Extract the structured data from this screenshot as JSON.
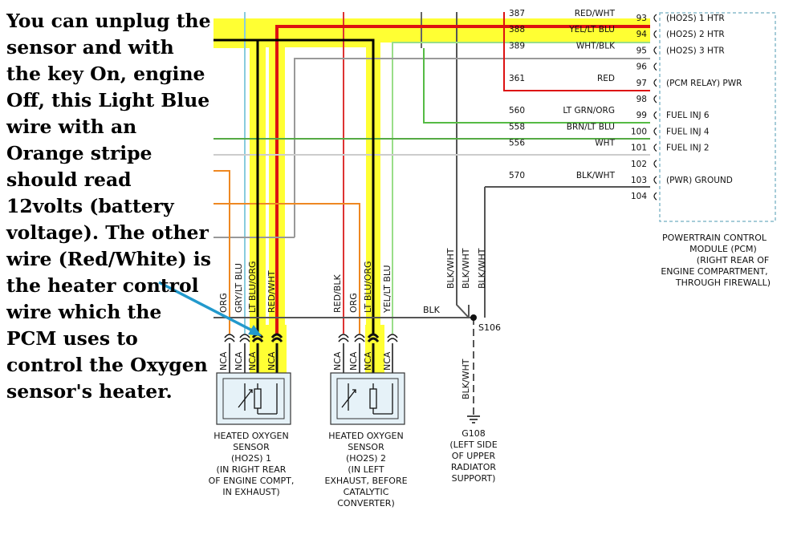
{
  "annotation": {
    "text": "You can unplug the sensor and with the key On, engine Off, this Light Blue wire with an Orange stripe should read 12volts (battery voltage). The other wire (Red/White) is the heater control wire which the PCM uses to control the Oxygen sensor's heater."
  },
  "colors": {
    "highlight": "#ffff33",
    "red": "#dd1111",
    "red_wht": "#dd1111",
    "orange": "#ee8822",
    "lt_blue": "#88ccdd",
    "green": "#55bb44",
    "gray": "#888888",
    "black": "#444444",
    "arrow": "#2299cc",
    "pcm_border": "#88bbcc"
  },
  "pcm": {
    "circuits": [
      {
        "circuit": "387",
        "color": "RED/WHT",
        "pin": "93",
        "function": "(HO2S) 1 HTR"
      },
      {
        "circuit": "388",
        "color": "YEL/LT BLU",
        "pin": "94",
        "function": "(HO2S) 2 HTR"
      },
      {
        "circuit": "389",
        "color": "WHT/BLK",
        "pin": "95",
        "function": "(HO2S) 3 HTR"
      },
      {
        "circuit": "",
        "color": "",
        "pin": "96",
        "function": ""
      },
      {
        "circuit": "361",
        "color": "RED",
        "pin": "97",
        "function": "(PCM RELAY) PWR"
      },
      {
        "circuit": "",
        "color": "",
        "pin": "98",
        "function": ""
      },
      {
        "circuit": "560",
        "color": "LT GRN/ORG",
        "pin": "99",
        "function": "FUEL INJ 6"
      },
      {
        "circuit": "558",
        "color": "BRN/LT BLU",
        "pin": "100",
        "function": "FUEL INJ 4"
      },
      {
        "circuit": "556",
        "color": "WHT",
        "pin": "101",
        "function": "FUEL INJ 2"
      },
      {
        "circuit": "",
        "color": "",
        "pin": "102",
        "function": ""
      },
      {
        "circuit": "570",
        "color": "BLK/WHT",
        "pin": "103",
        "function": "(PWR) GROUND"
      },
      {
        "circuit": "",
        "color": "",
        "pin": "104",
        "function": ""
      }
    ],
    "label_lines": [
      "POWERTRAIN CONTROL",
      "MODULE (PCM)",
      "(RIGHT REAR OF",
      "ENGINE COMPARTMENT,",
      "THROUGH FIREWALL)"
    ]
  },
  "sensor1": {
    "wires": [
      "ORG",
      "GRY/LT BLU",
      "LT BLU/ORG",
      "RED/WHT"
    ],
    "pins": [
      "NCA",
      "NCA",
      "NCA",
      "NCA"
    ],
    "label_lines": [
      "HEATED OXYGEN",
      "SENSOR",
      "(HO2S) 1",
      "(IN RIGHT REAR",
      "OF ENGINE COMPT,",
      "IN EXHAUST)"
    ]
  },
  "sensor2": {
    "wires": [
      "RED/BLK",
      "ORG",
      "LT BLU/ORG",
      "YEL/LT BLU"
    ],
    "pins": [
      "NCA",
      "NCA",
      "NCA",
      "NCA"
    ],
    "label_lines": [
      "HEATED OXYGEN",
      "SENSOR",
      "(HO2S) 2",
      "(IN LEFT",
      "EXHAUST, BEFORE",
      "CATALYTIC",
      "CONVERTER)"
    ]
  },
  "splice": {
    "bus_label": "BLK",
    "name": "S106",
    "vertical_labels": [
      "BLK/WHT",
      "BLK/WHT",
      "BLK/WHT"
    ],
    "down_label": "BLK/WHT"
  },
  "ground": {
    "label_lines": [
      "G108",
      "(LEFT SIDE",
      "OF UPPER",
      "RADIATOR",
      "SUPPORT)"
    ]
  }
}
